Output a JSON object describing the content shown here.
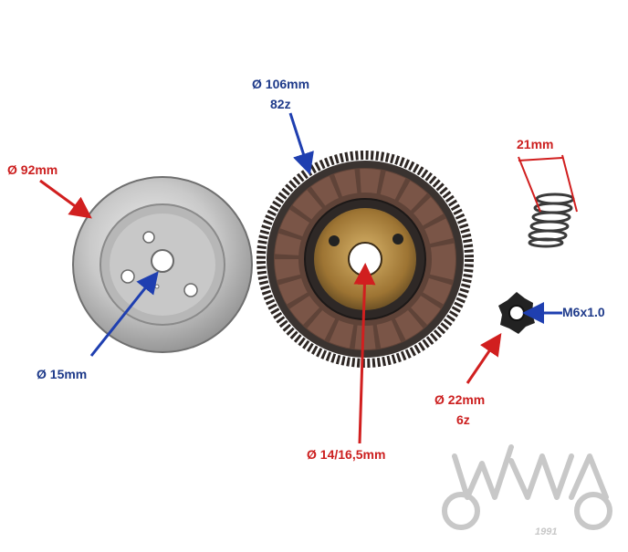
{
  "labels": {
    "pulley_diameter": "Ø 92mm",
    "pulley_bore": "Ø 15mm",
    "gear_diameter": "Ø 106mm",
    "gear_teeth": "82z",
    "gear_bore": "Ø 14/16,5mm",
    "spring_length": "21mm",
    "nut_thread": "M6x1.0",
    "nut_diameter": "Ø 22mm",
    "nut_teeth": "6z"
  },
  "watermark": {
    "brand": "WMA",
    "year": "1991"
  },
  "colors": {
    "red_arrow": "#d11f1f",
    "blue_arrow": "#1f3fb0",
    "metal_light": "#d8d8d8",
    "metal_dark": "#7a7a7a",
    "gear_dark": "#3a3330",
    "friction_pad": "#6e4a3e",
    "hub_gold": "#b58a3c",
    "watermark_gray": "#c8c8c8"
  }
}
